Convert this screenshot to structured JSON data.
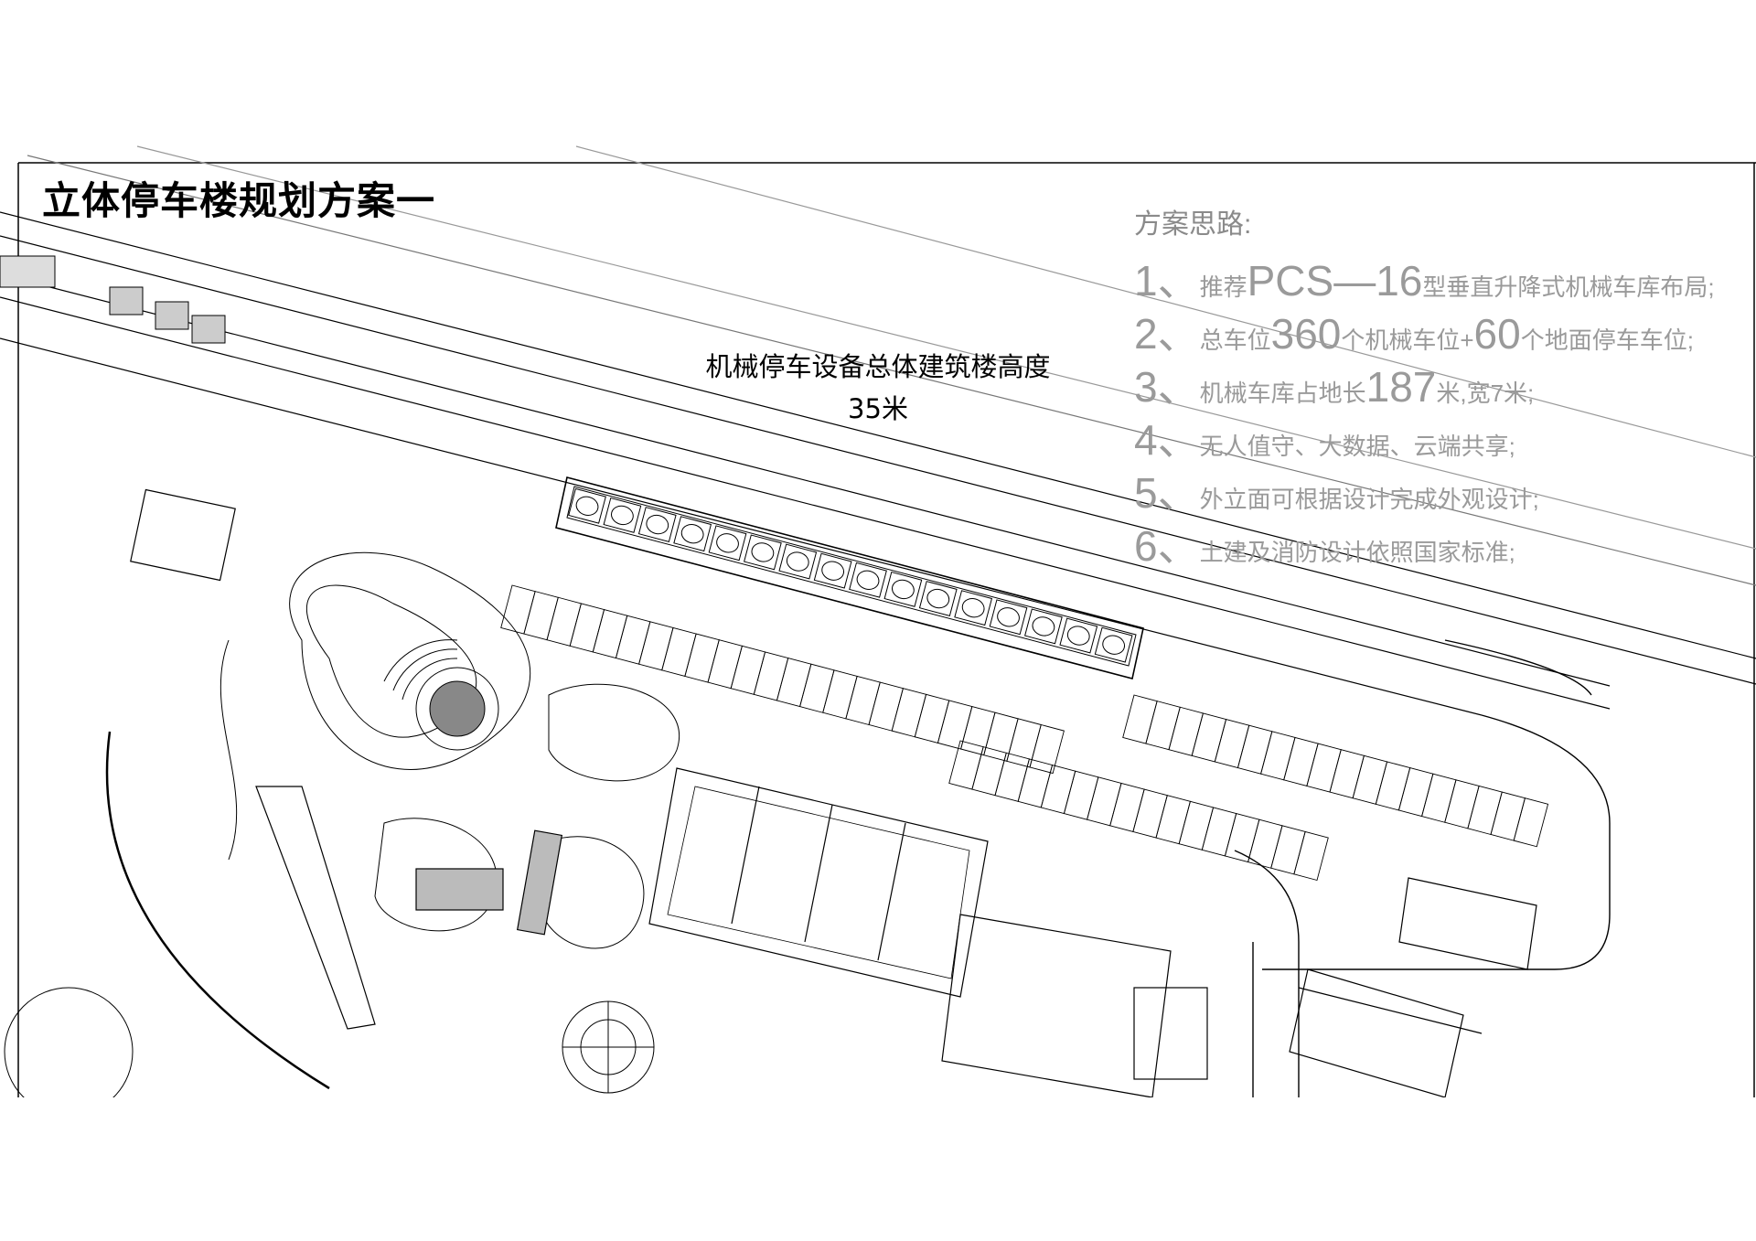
{
  "title": "立体停车楼规划方案一",
  "label": {
    "line1": "机械停车设备总体建筑楼高度",
    "line2": "35米"
  },
  "notes": {
    "heading": "方案思路:",
    "items": [
      {
        "num": "1、",
        "pre": "推荐",
        "big": "PCS—16",
        "post": "型垂直升降式机械车库布局;"
      },
      {
        "num": "2、",
        "pre": "总车位",
        "big": "360",
        "mid": "个机械车位+",
        "big2": "60",
        "post": "个地面停车车位;"
      },
      {
        "num": "3、",
        "pre": "机械车库占地长",
        "big": "187",
        "post": "米,宽7米;"
      },
      {
        "num": "4、",
        "pre": "无人值守、大数据、云端共享;",
        "big": "",
        "post": ""
      },
      {
        "num": "5、",
        "pre": "外立面可根据设计完成外观设计;",
        "big": "",
        "post": ""
      },
      {
        "num": "6、",
        "pre": "土建及消防设计依照国家标准;",
        "big": "",
        "post": ""
      }
    ]
  },
  "colors": {
    "line": "#000000",
    "faint": "#9a9a9a"
  }
}
